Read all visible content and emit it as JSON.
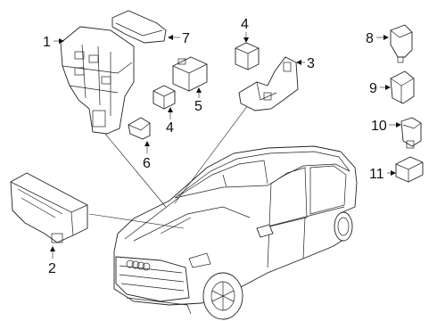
{
  "callouts": [
    {
      "id": "c1",
      "label": "1"
    },
    {
      "id": "c2",
      "label": "2"
    },
    {
      "id": "c3",
      "label": "3"
    },
    {
      "id": "c4a",
      "label": "4"
    },
    {
      "id": "c4b",
      "label": "4"
    },
    {
      "id": "c5",
      "label": "5"
    },
    {
      "id": "c6",
      "label": "6"
    },
    {
      "id": "c7",
      "label": "7"
    },
    {
      "id": "c8",
      "label": "8"
    },
    {
      "id": "c9",
      "label": "9"
    },
    {
      "id": "c10",
      "label": "10"
    },
    {
      "id": "c11",
      "label": "11"
    }
  ]
}
